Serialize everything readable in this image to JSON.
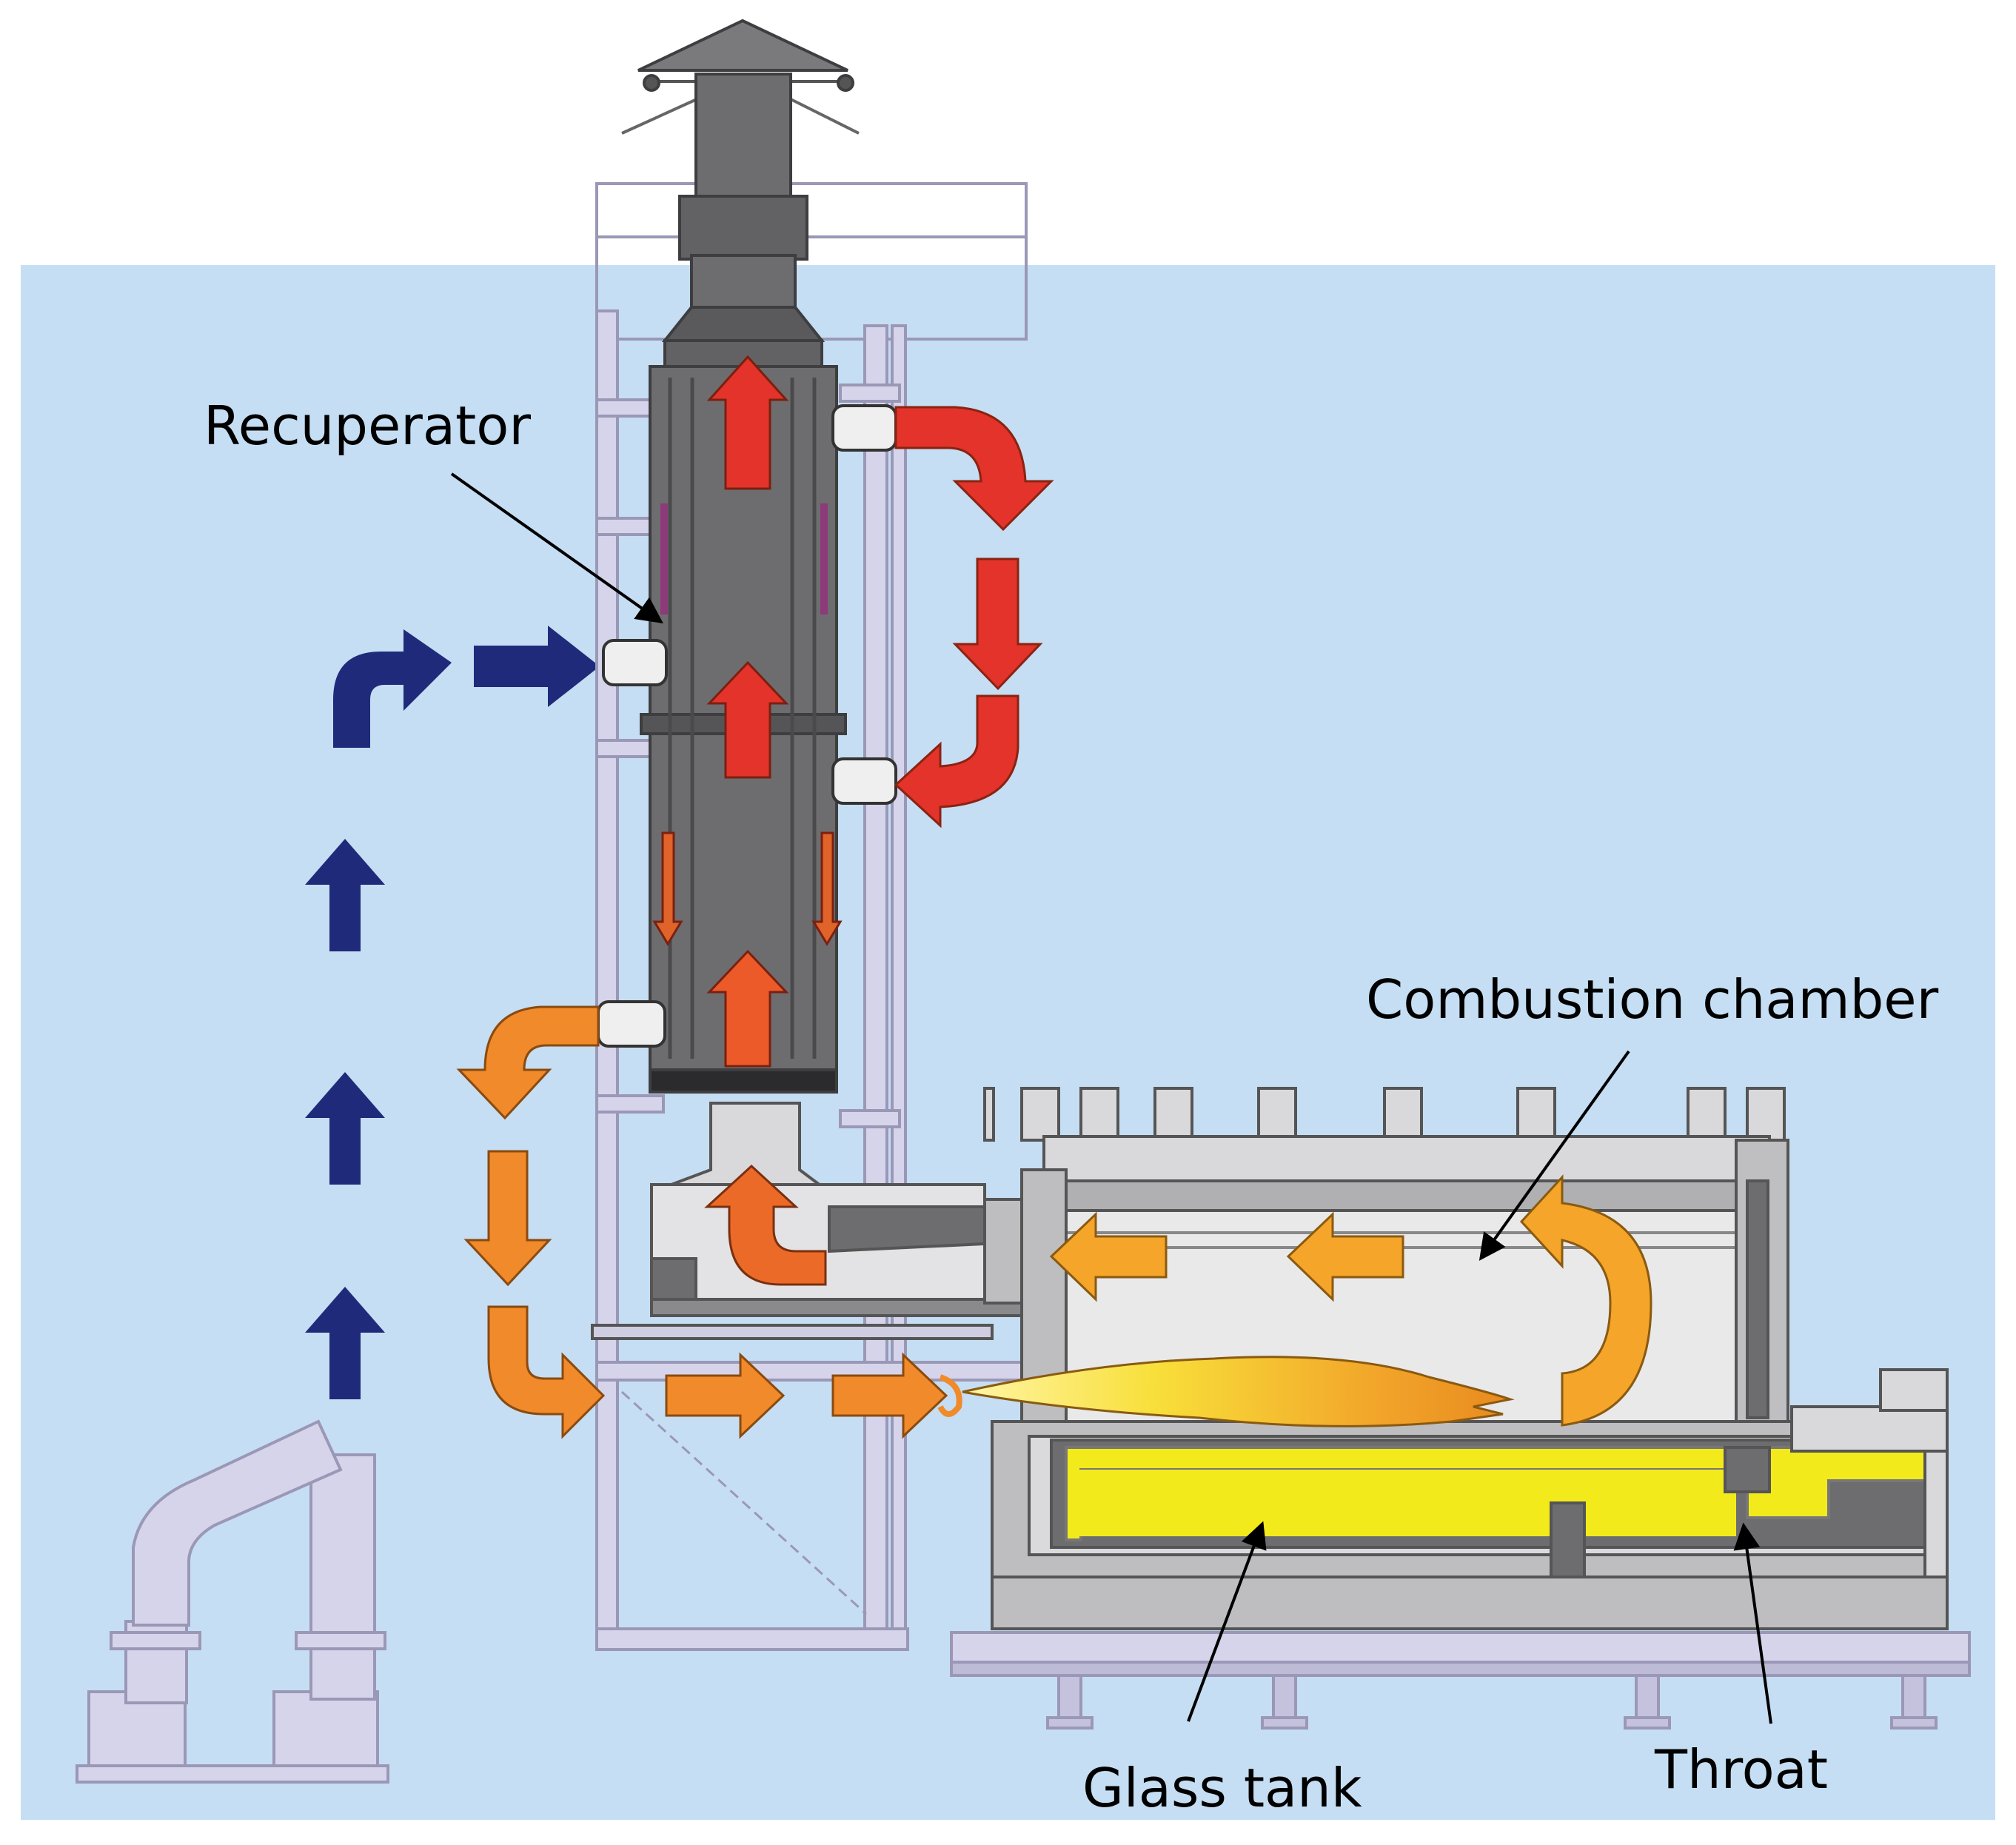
{
  "labels": {
    "recuperator": "Recuperator",
    "combustion_chamber": "Combustion chamber",
    "glass_tank": "Glass tank",
    "throat": "Throat"
  },
  "colors": {
    "background_sky": "#c5def3",
    "structure_grey": "#6d6d6f",
    "frame_lilac": "#d6d4ea",
    "frame_outline": "#9a98b6",
    "flue_gas_red": "#e3332a",
    "flue_gas_orange": "#f08a2a",
    "air_blue": "#1f2a7a",
    "molten_glass": "#f3ea1c",
    "flame_yellow": "#f7d640"
  }
}
